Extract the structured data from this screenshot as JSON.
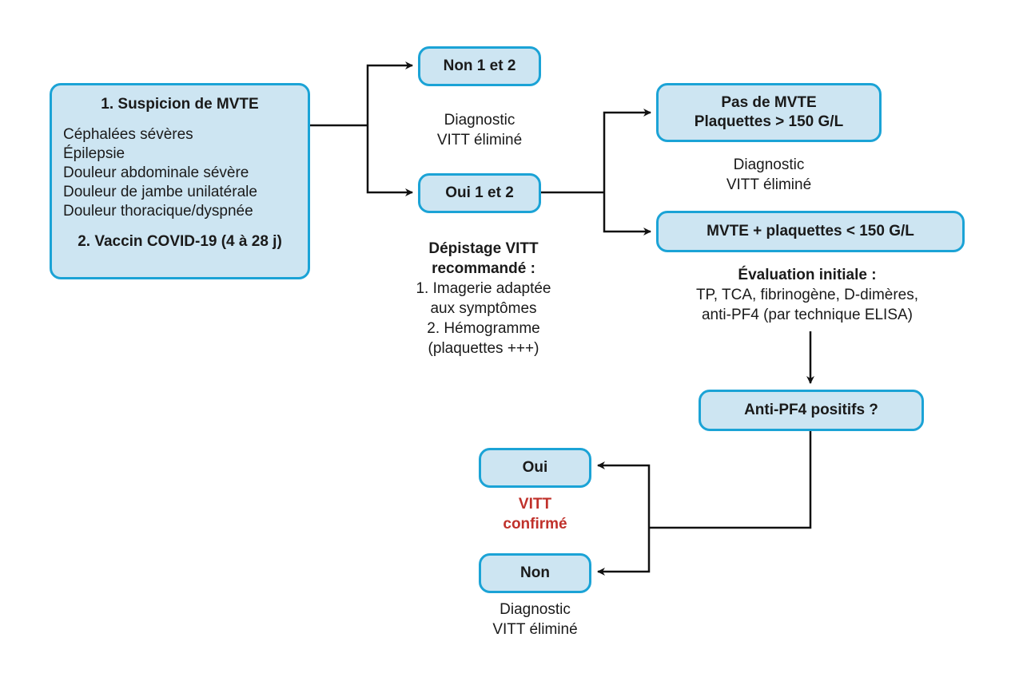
{
  "colors": {
    "node_fill": "#cde5f2",
    "node_border": "#1ba3d6",
    "confirmed_text": "#c0312b",
    "connector": "#111111"
  },
  "nodes": {
    "start": {
      "title": "1. Suspicion de MVTE",
      "symptoms": [
        "Céphalées sévères",
        "Épilepsie",
        "Douleur abdominale sévère",
        "Douleur de jambe unilatérale",
        "Douleur thoracique/dyspnée"
      ],
      "criterion2": "2. Vaccin COVID-19 (4 à 28 j)"
    },
    "non12": "Non 1 et 2",
    "oui12": "Oui 1 et 2",
    "no_mvte": [
      "Pas de MVTE",
      "Plaquettes > 150 G/L"
    ],
    "mvte_low": "MVTE + plaquettes < 150 G/L",
    "antipf4": "Anti-PF4 positifs ?",
    "oui": "Oui",
    "non": "Non"
  },
  "labels": {
    "excluded_1": [
      "Diagnostic",
      "VITT éliminé"
    ],
    "screening": {
      "title": [
        "Dépistage VITT",
        "recommandé :"
      ],
      "items": [
        "1. Imagerie adaptée",
        "aux symptômes",
        "2. Hémogramme",
        "(plaquettes +++)"
      ]
    },
    "excluded_2": [
      "Diagnostic",
      "VITT éliminé"
    ],
    "evaluation": {
      "title": "Évaluation initiale :",
      "lines": [
        "TP, TCA, fibrinogène, D-dimères,",
        "anti-PF4 (par technique ELISA)"
      ]
    },
    "confirmed": [
      "VITT",
      "confirmé"
    ],
    "excluded_3": [
      "Diagnostic",
      "VITT éliminé"
    ]
  }
}
